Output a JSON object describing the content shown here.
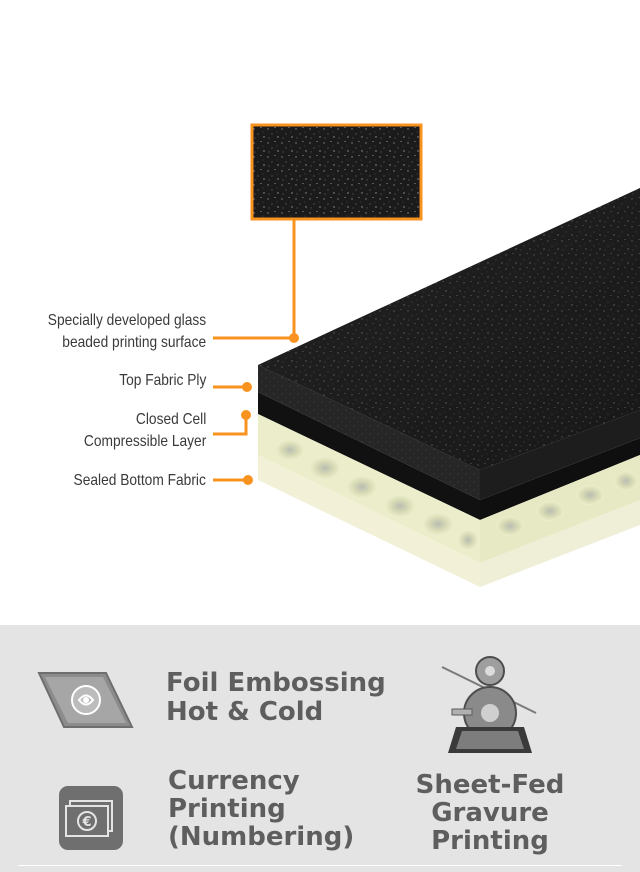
{
  "callouts": [
    {
      "id": "surface",
      "lines": [
        "Specially developed glass",
        "beaded printing surface"
      ]
    },
    {
      "id": "top-fabric",
      "lines": [
        "Top Fabric Ply"
      ]
    },
    {
      "id": "compressible",
      "lines": [
        "Closed Cell",
        "Compressible Layer"
      ]
    },
    {
      "id": "bottom-fabric",
      "lines": [
        "Sealed Bottom Fabric"
      ]
    }
  ],
  "applications": {
    "foil": {
      "line1": "Foil Embossing",
      "line2": "Hot & Cold",
      "icon": "foil-embossing-icon"
    },
    "currency": {
      "line1": "Currency",
      "line2": "Printing",
      "line3": "(Numbering)",
      "icon": "currency-note-icon"
    },
    "gravure": {
      "line1": "Sheet-Fed",
      "line2": "Gravure",
      "line3": "Printing",
      "icon": "gravure-press-icon"
    }
  },
  "colors": {
    "accent": "#f7931e",
    "panel": "#e4e4e4",
    "text": "#3a3a3a",
    "panel_text": "#5e5e5e"
  }
}
